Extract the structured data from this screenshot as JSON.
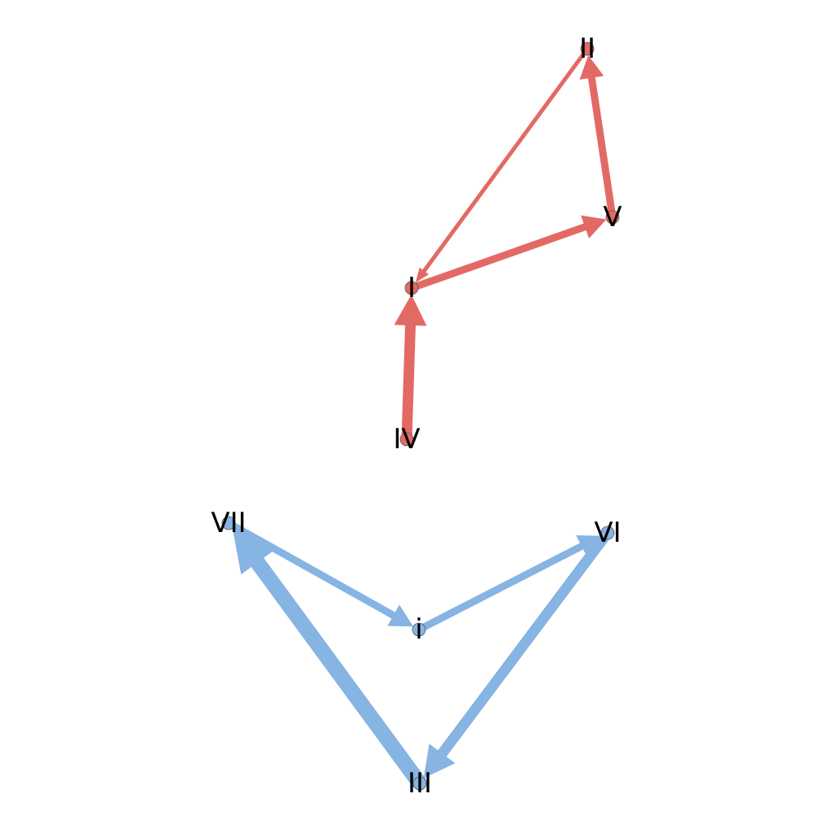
{
  "graph": {
    "components": [
      {
        "color": "#e36a64",
        "nodes": [
          {
            "id": "II",
            "label": "II"
          },
          {
            "id": "V",
            "label": "V"
          },
          {
            "id": "I",
            "label": "I"
          },
          {
            "id": "IV",
            "label": "IV"
          }
        ],
        "edges": [
          {
            "from": "II",
            "to": "I",
            "weight": 1
          },
          {
            "from": "V",
            "to": "II",
            "weight": 2
          },
          {
            "from": "I",
            "to": "V",
            "weight": 2
          },
          {
            "from": "IV",
            "to": "I",
            "weight": 3
          }
        ]
      },
      {
        "color": "#86b4e3",
        "nodes": [
          {
            "id": "VII",
            "label": "VII"
          },
          {
            "id": "VI",
            "label": "VI"
          },
          {
            "id": "i",
            "label": "i"
          },
          {
            "id": "III",
            "label": "III"
          }
        ],
        "edges": [
          {
            "from": "VII",
            "to": "i",
            "weight": 2
          },
          {
            "from": "i",
            "to": "VI",
            "weight": 2
          },
          {
            "from": "VI",
            "to": "III",
            "weight": 3
          },
          {
            "from": "III",
            "to": "VII",
            "weight": 4
          }
        ]
      }
    ]
  }
}
